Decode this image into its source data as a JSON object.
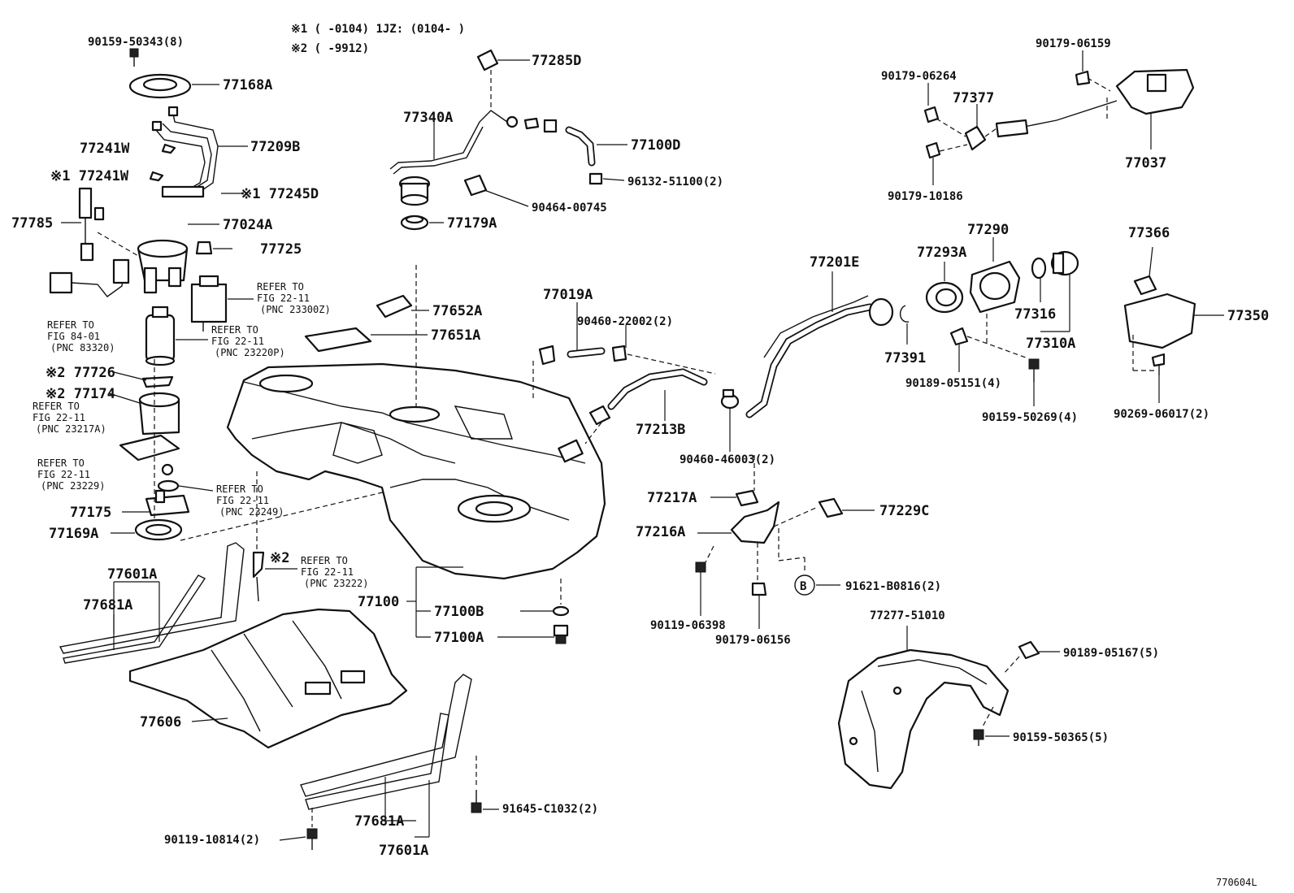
{
  "legend": {
    "note1": "※1 (    -0104) 1JZ: (0104-      )",
    "note2": "※2 (    -9912)"
  },
  "parts": {
    "p90159_50343": "90159-50343(8)",
    "p77168A": "77168A",
    "p77241W": "77241W",
    "p77209B": "77209B",
    "p77241W_1": "※1 77241W",
    "p77245D": "※1 77245D",
    "p77785": "77785",
    "p77024A": "77024A",
    "p77725": "77725",
    "p77726": "※2 77726",
    "p77174": "※2 77174",
    "p77175": "77175",
    "p77169A": "77169A",
    "p77601A_top": "77601A",
    "p77681A_top": "77681A",
    "p77606": "77606",
    "p90119_10814": "90119-10814(2)",
    "p77681A_bot": "77681A",
    "p77601A_bot": "77601A",
    "p91645_C1032": "91645-C1032(2)",
    "p77285D": "77285D",
    "p77340A": "77340A",
    "p77100D": "77100D",
    "p96132_51100": "96132-51100(2)",
    "p90464_00745": "90464-00745",
    "p77179A": "77179A",
    "p77652A": "77652A",
    "p77651A": "77651A",
    "p77019A": "77019A",
    "p90460_22002": "90460-22002(2)",
    "p77213B": "77213B",
    "p90460_46003": "90460-46003(2)",
    "p77100": "77100",
    "p77100B": "77100B",
    "p77100A": "77100A",
    "p77201E": "77201E",
    "p77293A": "77293A",
    "p77290": "77290",
    "p77391": "77391",
    "p77316": "77316",
    "p77310A": "77310A",
    "p90189_05151": "90189-05151(4)",
    "p90159_50269": "90159-50269(4)",
    "p77366": "77366",
    "p77350": "77350",
    "p90269_06017": "90269-06017(2)",
    "p90179_06159": "90179-06159",
    "p90179_06264": "90179-06264",
    "p77377": "77377",
    "p77037": "77037",
    "p90179_10186": "90179-10186",
    "p77217A": "77217A",
    "p77216A": "77216A",
    "p77229C": "77229C",
    "p91621_B0816": "91621-B0816(2)",
    "p90119_06398": "90119-06398",
    "p90179_06156": "90179-06156",
    "p77277_51010": "77277-51010",
    "p90189_05167": "90189-05167(5)",
    "p90159_50365": "90159-50365(5)",
    "p_refer_2": "※2",
    "b_marker": "B"
  },
  "refs": {
    "r1": [
      "REFER TO",
      "FIG 22-11",
      "(PNC 23300Z)"
    ],
    "r2": [
      "REFER TO",
      "FIG 22-11",
      "(PNC 23220P)"
    ],
    "r3": [
      "REFER TO",
      "FIG 84-01",
      "(PNC 83320)"
    ],
    "r4": [
      "REFER TO",
      "FIG 22-11",
      "(PNC 23217A)"
    ],
    "r5": [
      "REFER TO",
      "FIG 22-11",
      "(PNC 23229)"
    ],
    "r6": [
      "REFER TO",
      "FIG 22-11",
      "(PNC 23249)"
    ],
    "r7": [
      "REFER TO",
      "FIG 22-11",
      "(PNC 23222)"
    ]
  },
  "figure_id": "770604L"
}
